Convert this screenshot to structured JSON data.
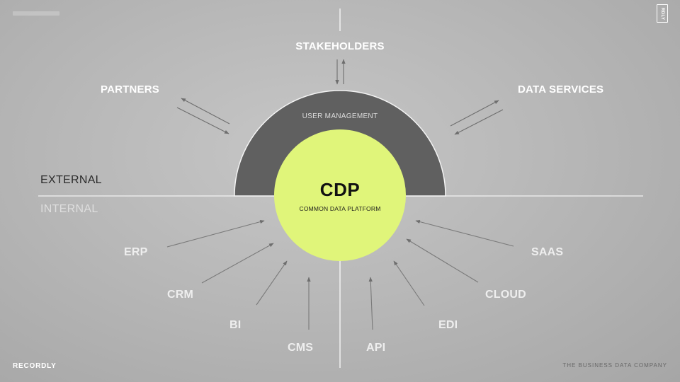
{
  "brand": {
    "logo_text": "RECORDLY",
    "tagline": "THE BUSINESS DATA COMPANY",
    "accent_color": "#e0f57a"
  },
  "zones": {
    "external": "EXTERNAL",
    "internal": "INTERNAL"
  },
  "center": {
    "title": "CDP",
    "subtitle": "COMMON DATA PLATFORM",
    "ring_label": "USER MANAGEMENT"
  },
  "external_nodes": {
    "stakeholders": "STAKEHOLDERS",
    "partners": "PARTNERS",
    "data_services": "DATA SERVICES"
  },
  "internal_nodes": {
    "erp": "ERP",
    "crm": "CRM",
    "bi": "BI",
    "cms": "CMS",
    "api": "API",
    "edi": "EDI",
    "cloud": "CLOUD",
    "saas": "SAAS"
  }
}
